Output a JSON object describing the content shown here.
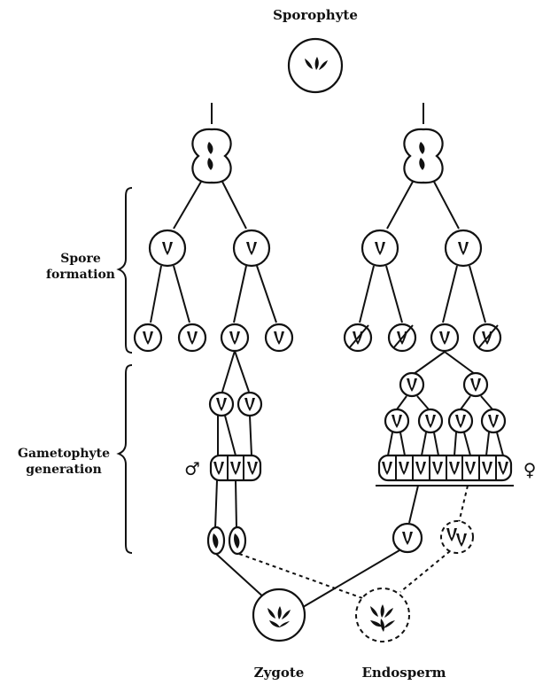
{
  "labels": {
    "sporophyte": "Sporophyte",
    "spore_formation_line1": "Spore",
    "spore_formation_line2": "formation",
    "gametophyte_line1": "Gametophyte",
    "gametophyte_line2": "generation",
    "male_symbol": "♂",
    "female_symbol": "♀",
    "zygote": "Zygote",
    "endosperm": "Endosperm"
  }
}
